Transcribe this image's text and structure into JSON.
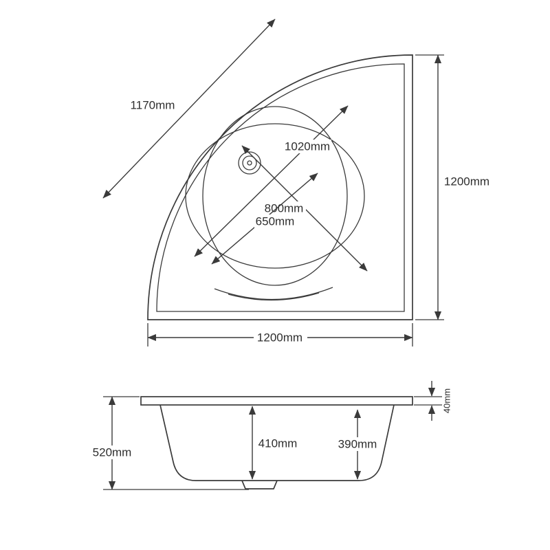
{
  "plan_view": {
    "rim_diagonal": "1170mm",
    "well_diagonal": "1020mm",
    "well_width": "800mm",
    "well_floor_width": "650mm",
    "overall_width": "1200mm",
    "overall_depth": "1200mm"
  },
  "side_view": {
    "overall_height": "520mm",
    "internal_depth_front": "410mm",
    "internal_depth_back": "390mm",
    "rim_thickness": "40mm"
  }
}
